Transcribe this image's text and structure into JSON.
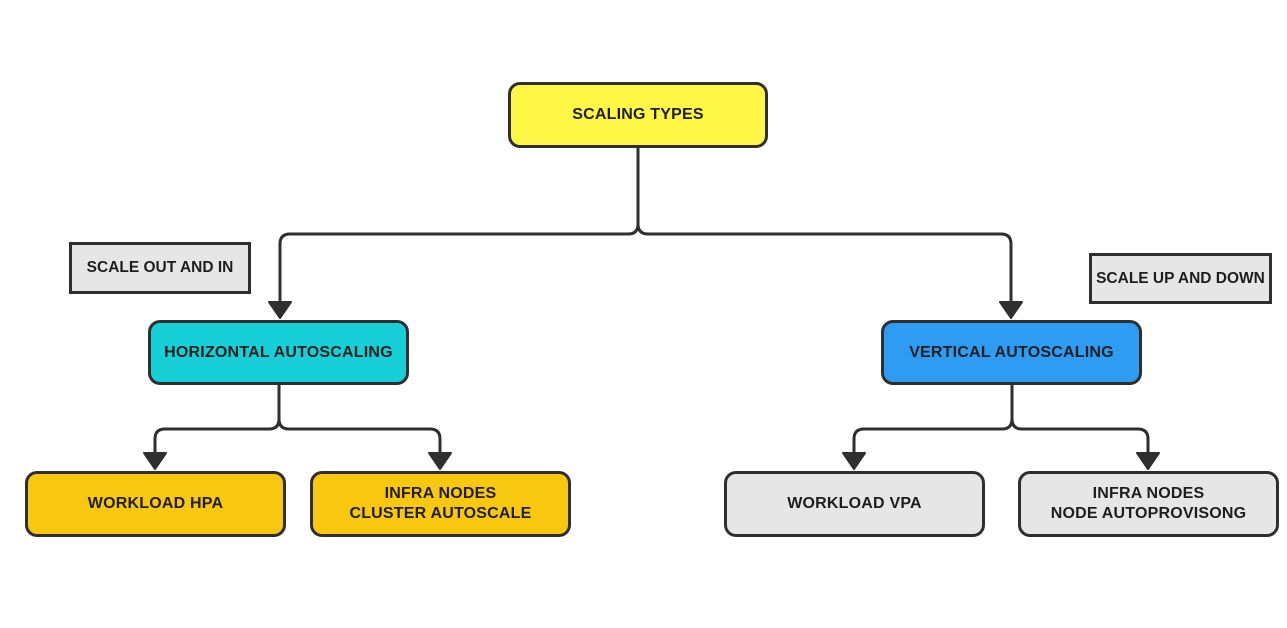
{
  "colors": {
    "root_fill": "#fff645",
    "horizontal_fill": "#17cfd6",
    "vertical_fill": "#2d9cf2",
    "workload_hpa_fill": "#f8c70f",
    "infra_cluster_fill": "#f8c70f",
    "workload_vpa_fill": "#e6e6e6",
    "infra_node_fill": "#e6e6e6",
    "label_fill": "#e6e6e6",
    "stroke": "#2f2f2f"
  },
  "nodes": {
    "root": {
      "label": "SCALING TYPES"
    },
    "horizontal": {
      "label": "HORIZONTAL AUTOSCALING"
    },
    "vertical": {
      "label": "VERTICAL AUTOSCALING"
    },
    "workload_hpa": {
      "label": "WORKLOAD HPA"
    },
    "infra_cluster": {
      "label": "INFRA NODES\nCLUSTER AUTOSCALE"
    },
    "workload_vpa": {
      "label": "WORKLOAD VPA"
    },
    "infra_node": {
      "label": "INFRA NODES\nNODE AUTOPROVISONG"
    }
  },
  "labels": {
    "scale_out": "SCALE OUT AND IN",
    "scale_up": "SCALE UP AND DOWN"
  }
}
